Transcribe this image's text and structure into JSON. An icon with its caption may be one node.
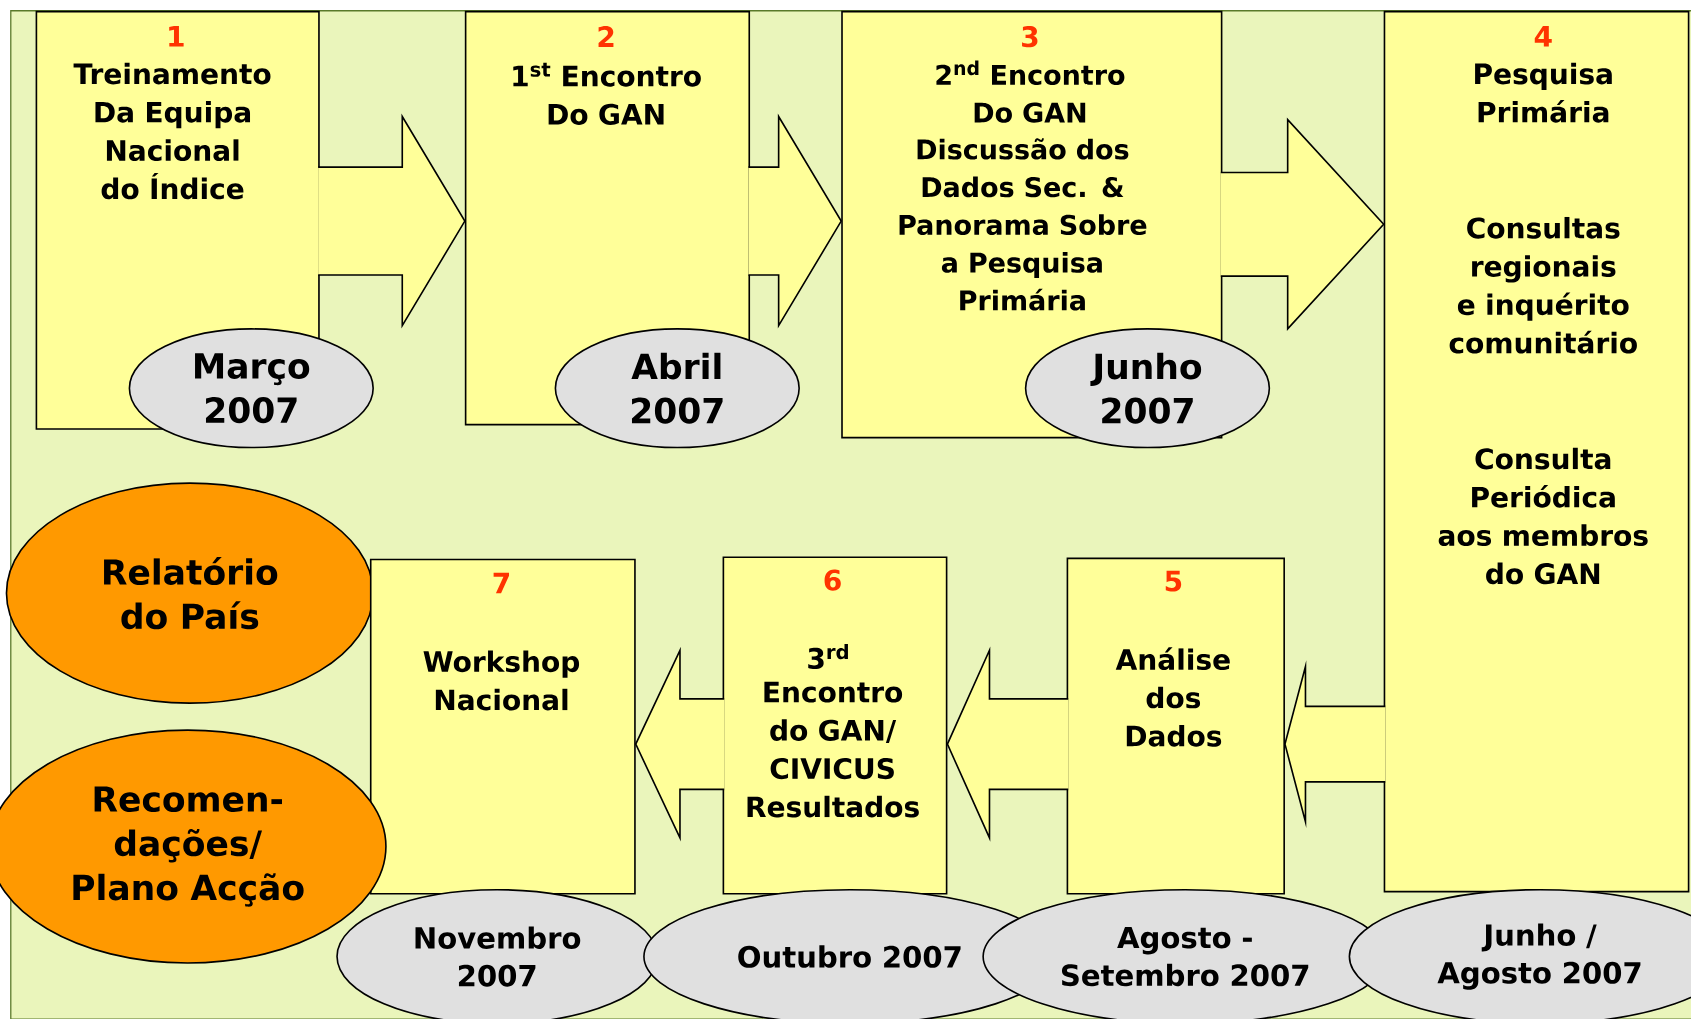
{
  "diagram": {
    "nodes": [
      {
        "text": [
          "1",
          "Treinamento Da Equipa Nacional do Índice"
        ]
      },
      {
        "text": [
          "Março 2007"
        ]
      },
      {
        "text": [
          "2",
          "1$^{st}$ Encontro Do GAN"
        ]
      },
      {
        "text": [
          "Abril 2007"
        ]
      },
      {
        "text": [
          "3",
          "2$^{nd}$ Encontro Do GAN",
          "Discussão dos Dados Sec. & Panorama Sobre a Pesquisa Primária"
        ]
      },
      {
        "text": [
          "Junho 2007"
        ]
      },
      {
        "text": [
          "4",
          "Pesquisa Primária",
          "Consultas regionais e inquérito comunitário",
          "Consulta Periódica aos membros do GAN"
        ]
      },
      {
        "text": [
          "Relatório do País"
        ]
      },
      {
        "text": [
          "7",
          "Workshop Nacional"
        ]
      },
      {
        "text": [
          "6",
          "3$^{rd}$",
          "Encontro do GAN/ CIVICUS Resultados"
        ]
      },
      {
        "text": [
          "5",
          "Análise dos Dados"
        ]
      },
      {
        "text": [
          "Recomen- dações/ Plano Acção"
        ]
      },
      {
        "text": [
          "Novembro 2007"
        ]
      },
      {
        "text": [
          "Outubro 2007"
        ]
      },
      {
        "text": [
          "Agosto - Setembro 2007"
        ]
      },
      {
        "text": [
          "Junho / Agosto 2007"
        ]
      }
    ],
    "edges": [
      {
        "from": 0,
        "to": 2,
        "arrow": "to"
      },
      {
        "from": 2,
        "to": 4,
        "arrow": "to"
      },
      {
        "from": 4,
        "to": 6,
        "arrow": "to"
      },
      {
        "from": 6,
        "to": 10,
        "arrow": "to"
      },
      {
        "from": 10,
        "to": 9,
        "arrow": "to"
      },
      {
        "from": 9,
        "to": 8,
        "arrow": "to"
      }
    ]
  }
}
